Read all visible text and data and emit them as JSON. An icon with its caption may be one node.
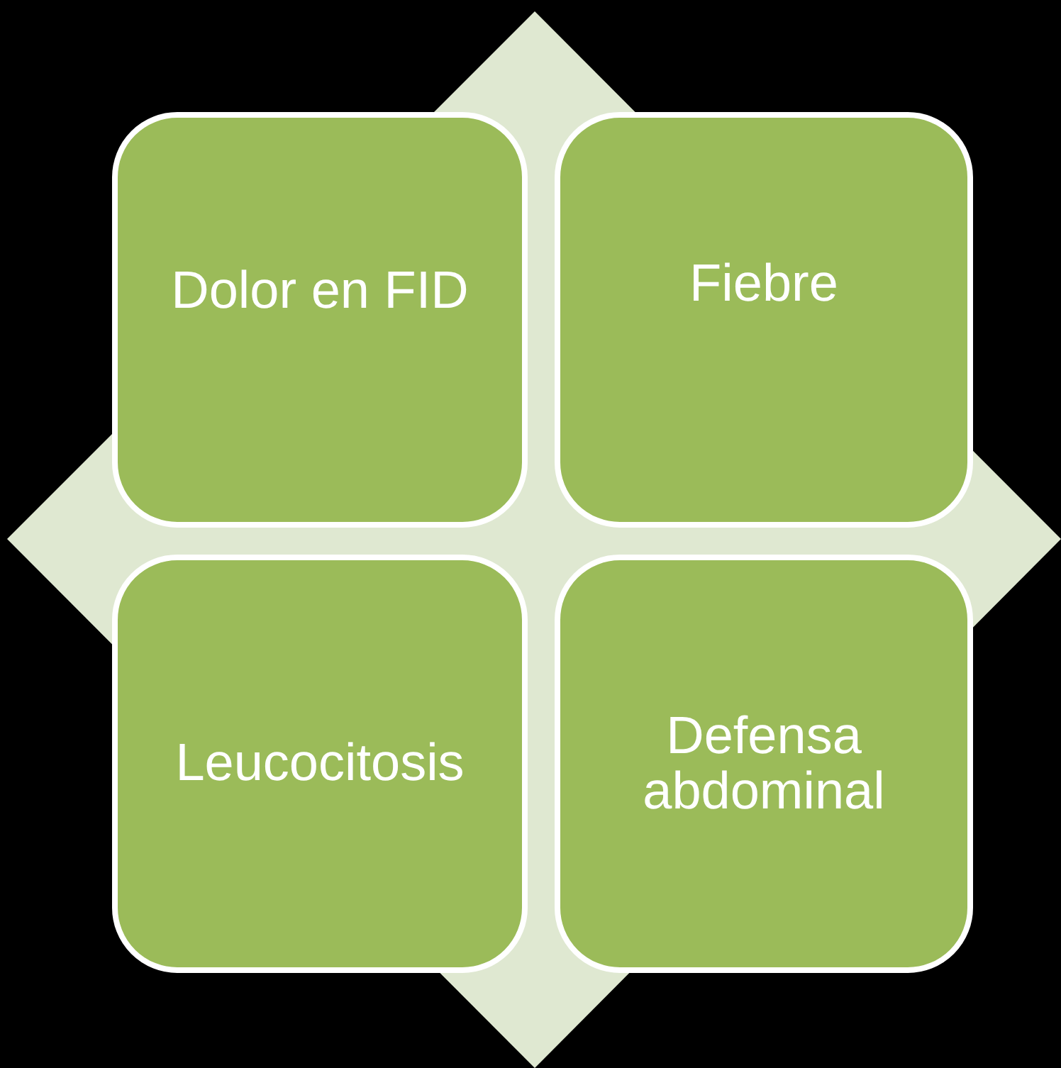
{
  "diagram": {
    "nodes": [
      {
        "text": [
          "Dolor en FID"
        ]
      },
      {
        "text": [
          "Fiebre"
        ]
      },
      {
        "text": [
          "Leucocitosis"
        ]
      },
      {
        "text": [
          "Defensa abdominal"
        ]
      }
    ]
  }
}
